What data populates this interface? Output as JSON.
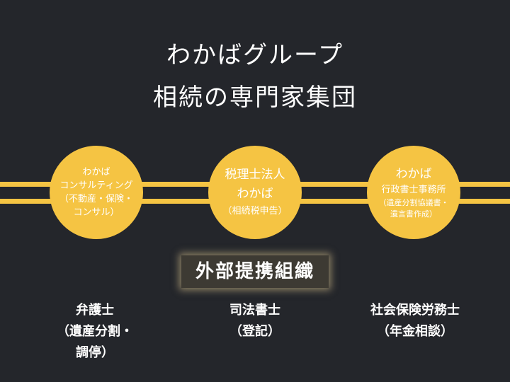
{
  "title": {
    "line1": "わかばグループ",
    "line2": "相続の専門家集団"
  },
  "colors": {
    "background": "#24262b",
    "accent": "#f5c443",
    "text": "#ffffff"
  },
  "groups": [
    {
      "lines": [
        "わかば",
        "コンサルティング",
        "（不動産・保険・",
        "コンサル）"
      ]
    },
    {
      "lines": [
        "税理士法人",
        "わかば",
        "（相続税申告）"
      ]
    },
    {
      "lines": [
        "わかば",
        "行政書士事務所",
        "（遺産分割協議書・",
        "遺言書作成）"
      ]
    }
  ],
  "external": {
    "label": "外部提携組織",
    "partners": [
      {
        "lines": [
          "弁護士",
          "（遺産分割・",
          "調停）"
        ]
      },
      {
        "lines": [
          "司法書士",
          "（登記）"
        ]
      },
      {
        "lines": [
          "社会保険労務士",
          "（年金相談）"
        ]
      }
    ]
  }
}
